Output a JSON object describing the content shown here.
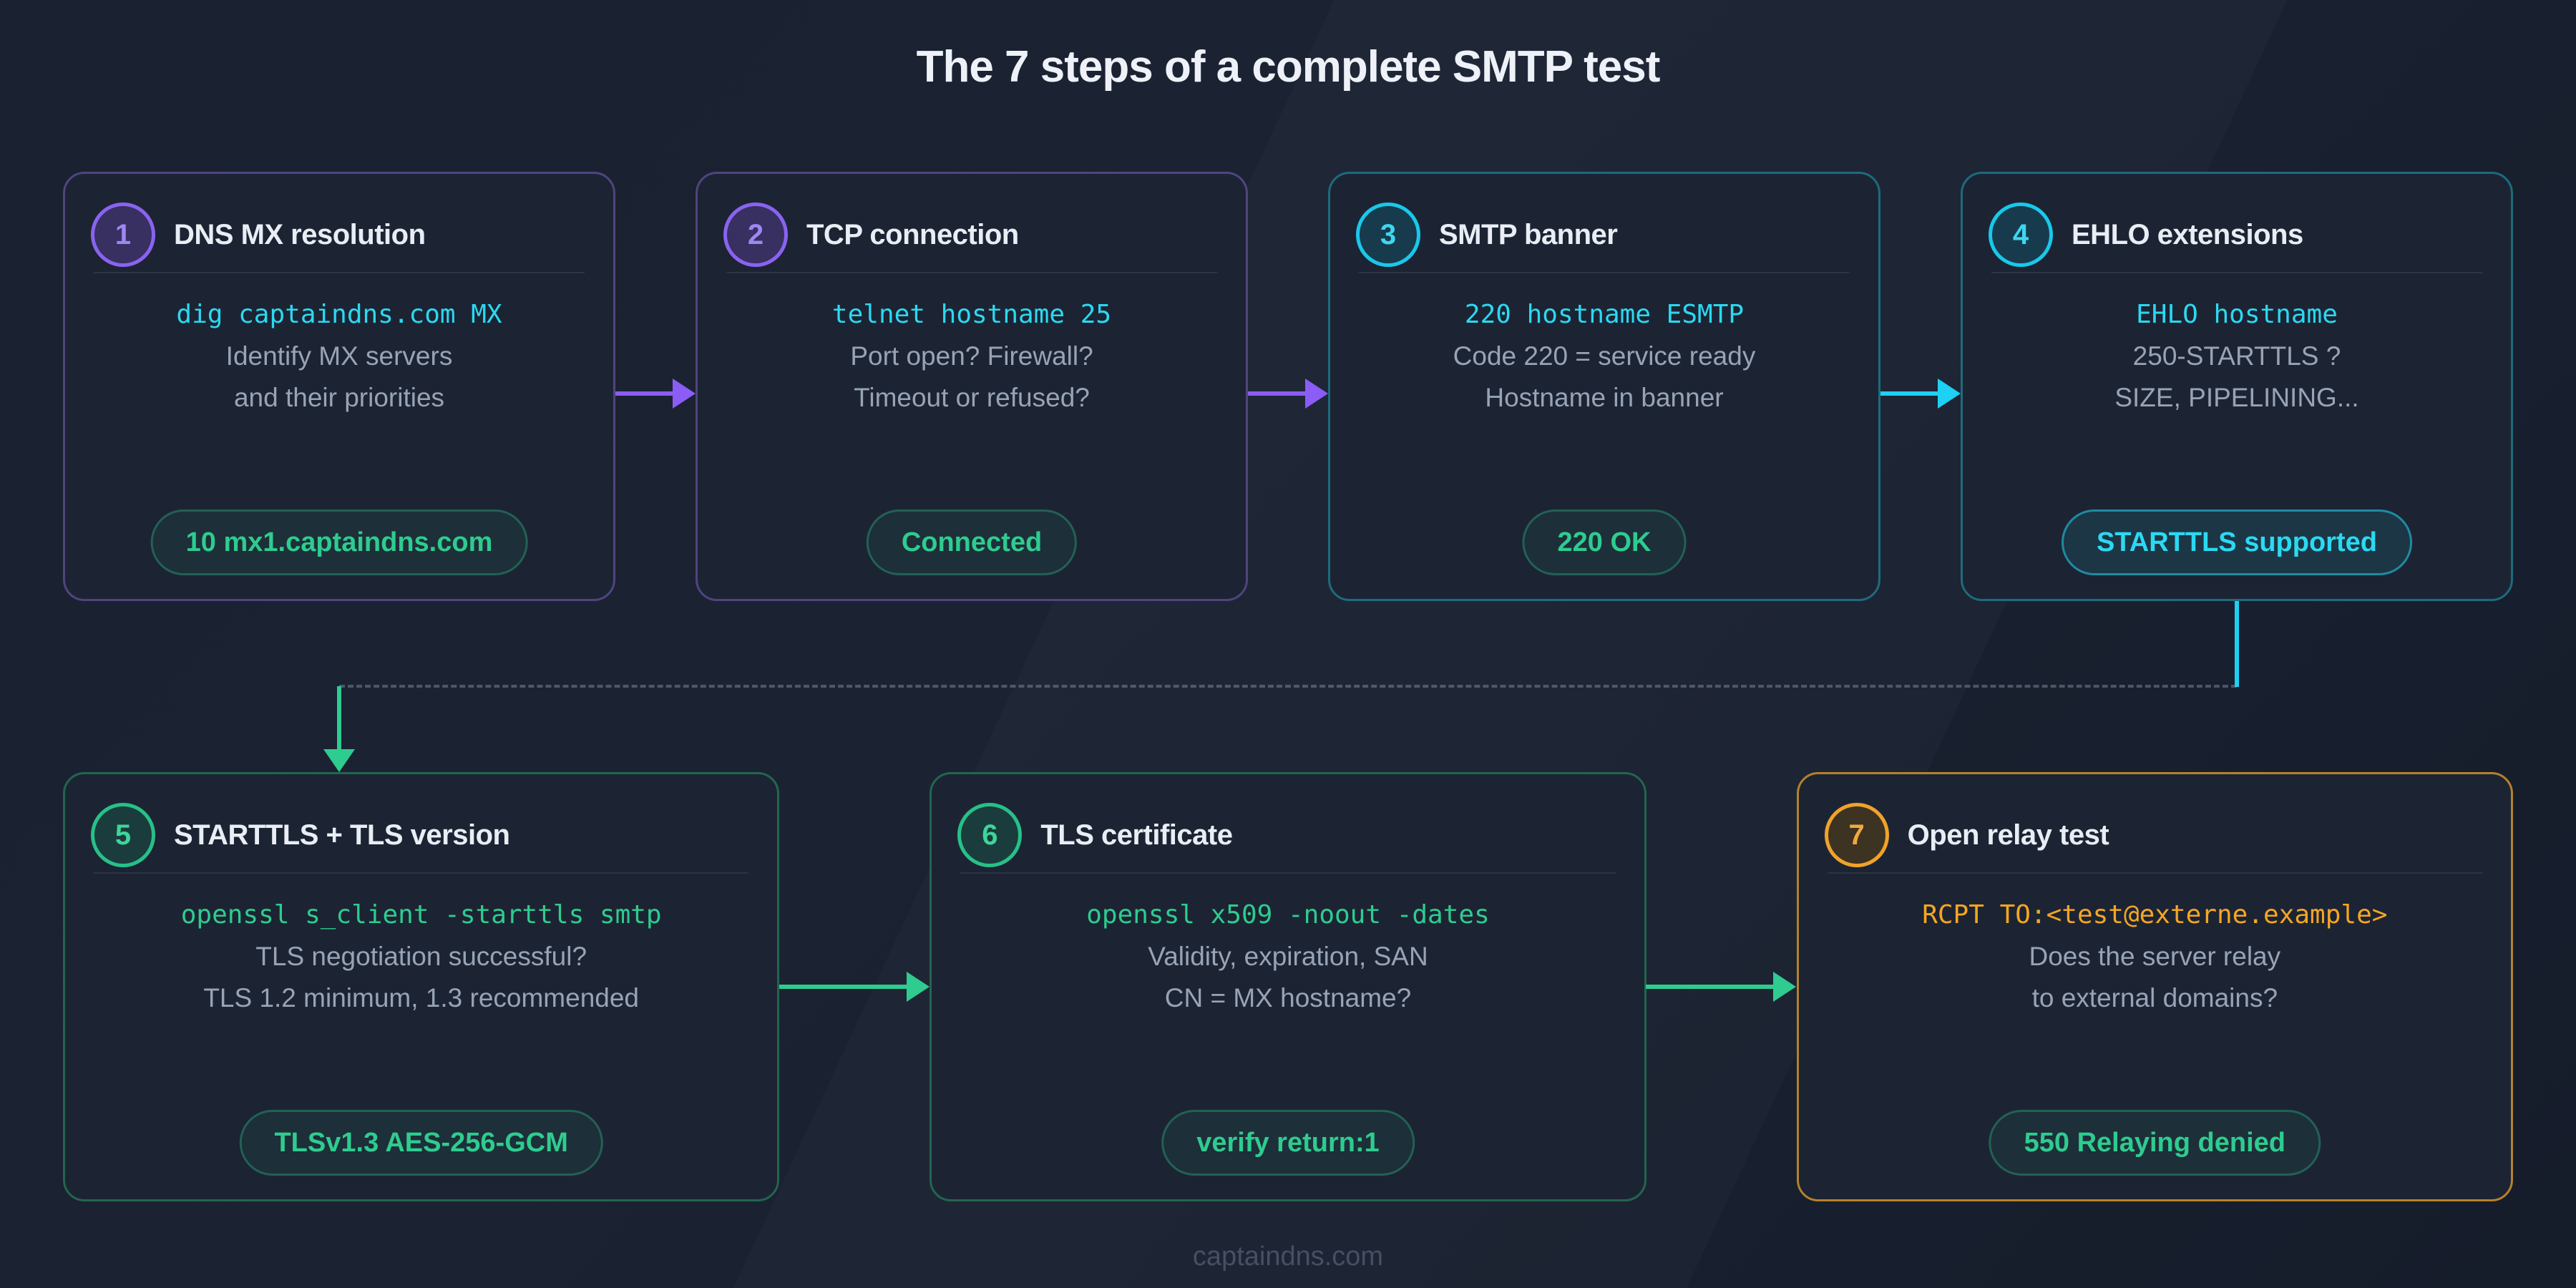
{
  "page": {
    "title": "The 7 steps of a complete SMTP test",
    "footer": "captaindns.com"
  },
  "colors": {
    "background": "#1a2131",
    "card_background": "#1c2433",
    "accent_purple": "#8b5cf6",
    "accent_cyan": "#1ed0f4",
    "accent_green": "#2ecc8f",
    "accent_orange": "#f5a623",
    "text_primary": "#e9edf4",
    "text_muted": "#97a3b6",
    "dashed_connector": "#94a3b8"
  },
  "steps": [
    {
      "number": "1",
      "title": "DNS MX resolution",
      "command": "dig captaindns.com MX",
      "notes": [
        "Identify MX servers",
        "and their priorities"
      ],
      "badge": "10 mx1.captaindns.com"
    },
    {
      "number": "2",
      "title": "TCP connection",
      "command": "telnet hostname 25",
      "notes": [
        "Port open? Firewall?",
        "Timeout or refused?"
      ],
      "badge": "Connected"
    },
    {
      "number": "3",
      "title": "SMTP banner",
      "command": "220 hostname ESMTP",
      "notes": [
        "Code 220 = service ready",
        "Hostname in banner"
      ],
      "badge": "220 OK"
    },
    {
      "number": "4",
      "title": "EHLO extensions",
      "command": "EHLO hostname",
      "notes": [
        "250-STARTTLS ?",
        "SIZE, PIPELINING..."
      ],
      "badge": "STARTTLS supported"
    },
    {
      "number": "5",
      "title": "STARTTLS + TLS version",
      "command": "openssl s_client -starttls smtp",
      "notes": [
        "TLS negotiation successful?",
        "TLS 1.2 minimum, 1.3 recommended"
      ],
      "badge": "TLSv1.3 AES-256-GCM"
    },
    {
      "number": "6",
      "title": "TLS certificate",
      "command": "openssl x509 -noout -dates",
      "notes": [
        "Validity, expiration, SAN",
        "CN = MX hostname?"
      ],
      "badge": "verify return:1"
    },
    {
      "number": "7",
      "title": "Open relay test",
      "command": "RCPT TO:<test@externe.example>",
      "notes": [
        "Does the server relay",
        "to external domains?"
      ],
      "badge": "550 Relaying denied"
    }
  ]
}
